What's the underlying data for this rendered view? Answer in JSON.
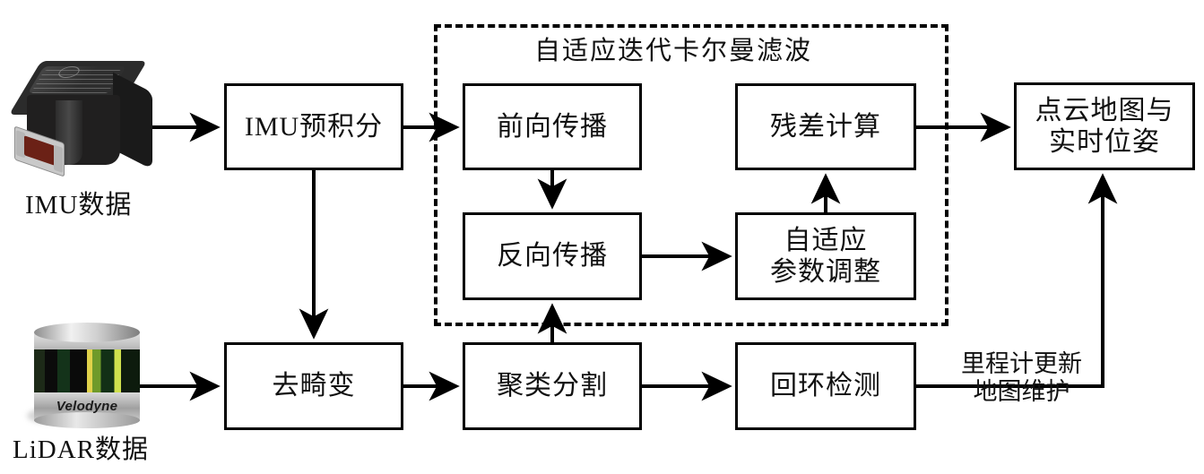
{
  "diagram": {
    "title_hidden": "",
    "group": {
      "label": "自适应迭代卡尔曼滤波",
      "style": "dashed"
    },
    "inputs": [
      {
        "icon": "imu-sensor-icon",
        "caption": "IMU数据"
      },
      {
        "icon": "lidar-sensor-icon",
        "caption": "LiDAR数据",
        "brand": "Velodyne"
      }
    ],
    "nodes": [
      {
        "id": "imu-preintegration",
        "lines": [
          "IMU预积分"
        ]
      },
      {
        "id": "forward-propagation",
        "lines": [
          "前向传播"
        ]
      },
      {
        "id": "backward-propagation",
        "lines": [
          "反向传播"
        ]
      },
      {
        "id": "residual-computation",
        "lines": [
          "残差计算"
        ]
      },
      {
        "id": "adaptive-parameter-tuning",
        "lines": [
          "自适应",
          "参数调整"
        ]
      },
      {
        "id": "de-distortion",
        "lines": [
          "去畸变"
        ]
      },
      {
        "id": "cluster-segmentation",
        "lines": [
          "聚类分割"
        ]
      },
      {
        "id": "loop-closure-detection",
        "lines": [
          "回环检测"
        ]
      },
      {
        "id": "pointcloud-map-and-pose",
        "lines": [
          "点云地图与",
          "实时位姿"
        ]
      }
    ],
    "edge_labels": [
      {
        "id": "odometry-map-label",
        "lines": [
          "里程计更新",
          "地图维护"
        ]
      }
    ],
    "colors": {
      "stroke": "#000000",
      "background": "#ffffff",
      "text": "#111111"
    }
  }
}
